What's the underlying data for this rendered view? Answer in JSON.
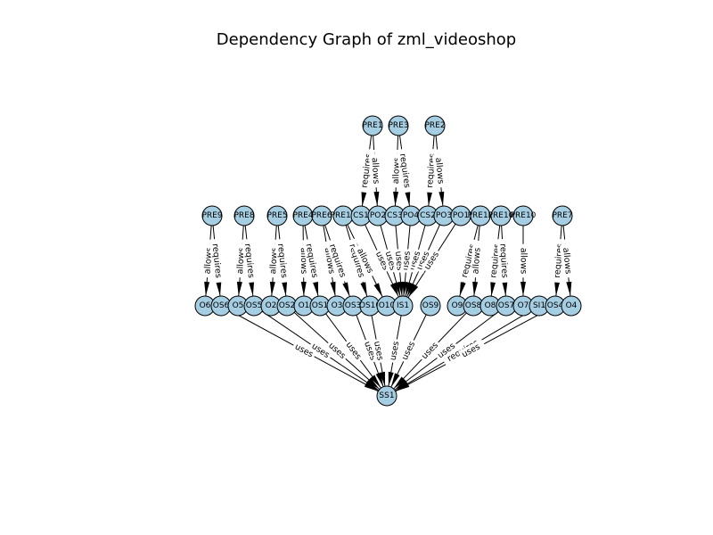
{
  "title": "Dependency Graph of zml_videoshop",
  "node_color": "#a6cee3",
  "edge_color": "#000000",
  "nodes": [
    "PRE1",
    "PRE3",
    "PRE2",
    "PRE9",
    "PRE8",
    "PRE5",
    "PRE4",
    "PRE6",
    "PRE11",
    "CS1",
    "PO2",
    "CS3",
    "PO4",
    "CS2",
    "PO3",
    "PO1",
    "PRE12",
    "PRE10",
    "PRE10",
    "PRE7",
    "O6",
    "OS6",
    "O5",
    "OS5",
    "O2",
    "OS2",
    "O1",
    "OS1",
    "O3",
    "OS3",
    "OS10",
    "O10",
    "IS1",
    "OS9",
    "O9",
    "OS8",
    "O8",
    "OS7",
    "O7",
    "SI1",
    "OS4",
    "O4",
    "SS1"
  ],
  "edges": [
    {
      "from": "PRE1",
      "to": "CS1",
      "label": "requires"
    },
    {
      "from": "PRE1",
      "to": "PO2",
      "label": "allows"
    },
    {
      "from": "PRE3",
      "to": "CS3",
      "label": "allows"
    },
    {
      "from": "PRE3",
      "to": "PO4",
      "label": "requires"
    },
    {
      "from": "PRE2",
      "to": "CS2",
      "label": "requires"
    },
    {
      "from": "PRE2",
      "to": "PO3",
      "label": "allows"
    },
    {
      "from": "PRE9",
      "to": "O6",
      "label": "allows"
    },
    {
      "from": "PRE9",
      "to": "OS6",
      "label": "requires"
    },
    {
      "from": "PRE8",
      "to": "O5",
      "label": "allows"
    },
    {
      "from": "PRE8",
      "to": "OS5",
      "label": "requires"
    },
    {
      "from": "PRE5",
      "to": "O2",
      "label": "allows"
    },
    {
      "from": "PRE5",
      "to": "OS2",
      "label": "requires"
    },
    {
      "from": "PRE4",
      "to": "O1",
      "label": "allows"
    },
    {
      "from": "PRE4",
      "to": "OS1",
      "label": "requires"
    },
    {
      "from": "PRE6",
      "to": "O3",
      "label": "allows"
    },
    {
      "from": "PRE6",
      "to": "OS3",
      "label": "requires"
    },
    {
      "from": "PRE11",
      "to": "OS10",
      "label": "requires"
    },
    {
      "from": "PRE11",
      "to": "O10",
      "label": "allows"
    },
    {
      "from": "CS1",
      "to": "IS1",
      "label": "uses"
    },
    {
      "from": "PO2",
      "to": "IS1",
      "label": "uses"
    },
    {
      "from": "CS3",
      "to": "IS1",
      "label": "uses"
    },
    {
      "from": "PO4",
      "to": "IS1",
      "label": "uses"
    },
    {
      "from": "CS2",
      "to": "IS1",
      "label": "uses"
    },
    {
      "from": "PO3",
      "to": "IS1",
      "label": "uses"
    },
    {
      "from": "PO1",
      "to": "IS1",
      "label": "uses"
    },
    {
      "from": "PRE12",
      "to": "O9",
      "label": "requires"
    },
    {
      "from": "PRE12",
      "to": "OS8",
      "label": "allows"
    },
    {
      "from": "PRE10",
      "to": "O8",
      "label": "requires"
    },
    {
      "from": "PRE10",
      "to": "OS7",
      "label": "requires"
    },
    {
      "from": "PRE10",
      "to": "O7",
      "label": "allows"
    },
    {
      "from": "PRE7",
      "to": "OS4",
      "label": "requires"
    },
    {
      "from": "PRE7",
      "to": "O4",
      "label": "allows"
    },
    {
      "from": "OS6",
      "to": "SS1",
      "label": "uses"
    },
    {
      "from": "OS5",
      "to": "SS1",
      "label": "uses"
    },
    {
      "from": "OS2",
      "to": "SS1",
      "label": "uses"
    },
    {
      "from": "OS1",
      "to": "SS1",
      "label": "uses"
    },
    {
      "from": "OS3",
      "to": "SS1",
      "label": "uses"
    },
    {
      "from": "OS10",
      "to": "SS1",
      "label": "uses"
    },
    {
      "from": "IS1",
      "to": "SS1",
      "label": "uses"
    },
    {
      "from": "OS9",
      "to": "SS1",
      "label": "uses"
    },
    {
      "from": "OS8",
      "to": "SS1",
      "label": "uses"
    },
    {
      "from": "OS7",
      "to": "SS1",
      "label": "uses"
    },
    {
      "from": "SI1",
      "to": "SS1",
      "label": "requires"
    },
    {
      "from": "OS4",
      "to": "SS1",
      "label": "uses"
    }
  ]
}
